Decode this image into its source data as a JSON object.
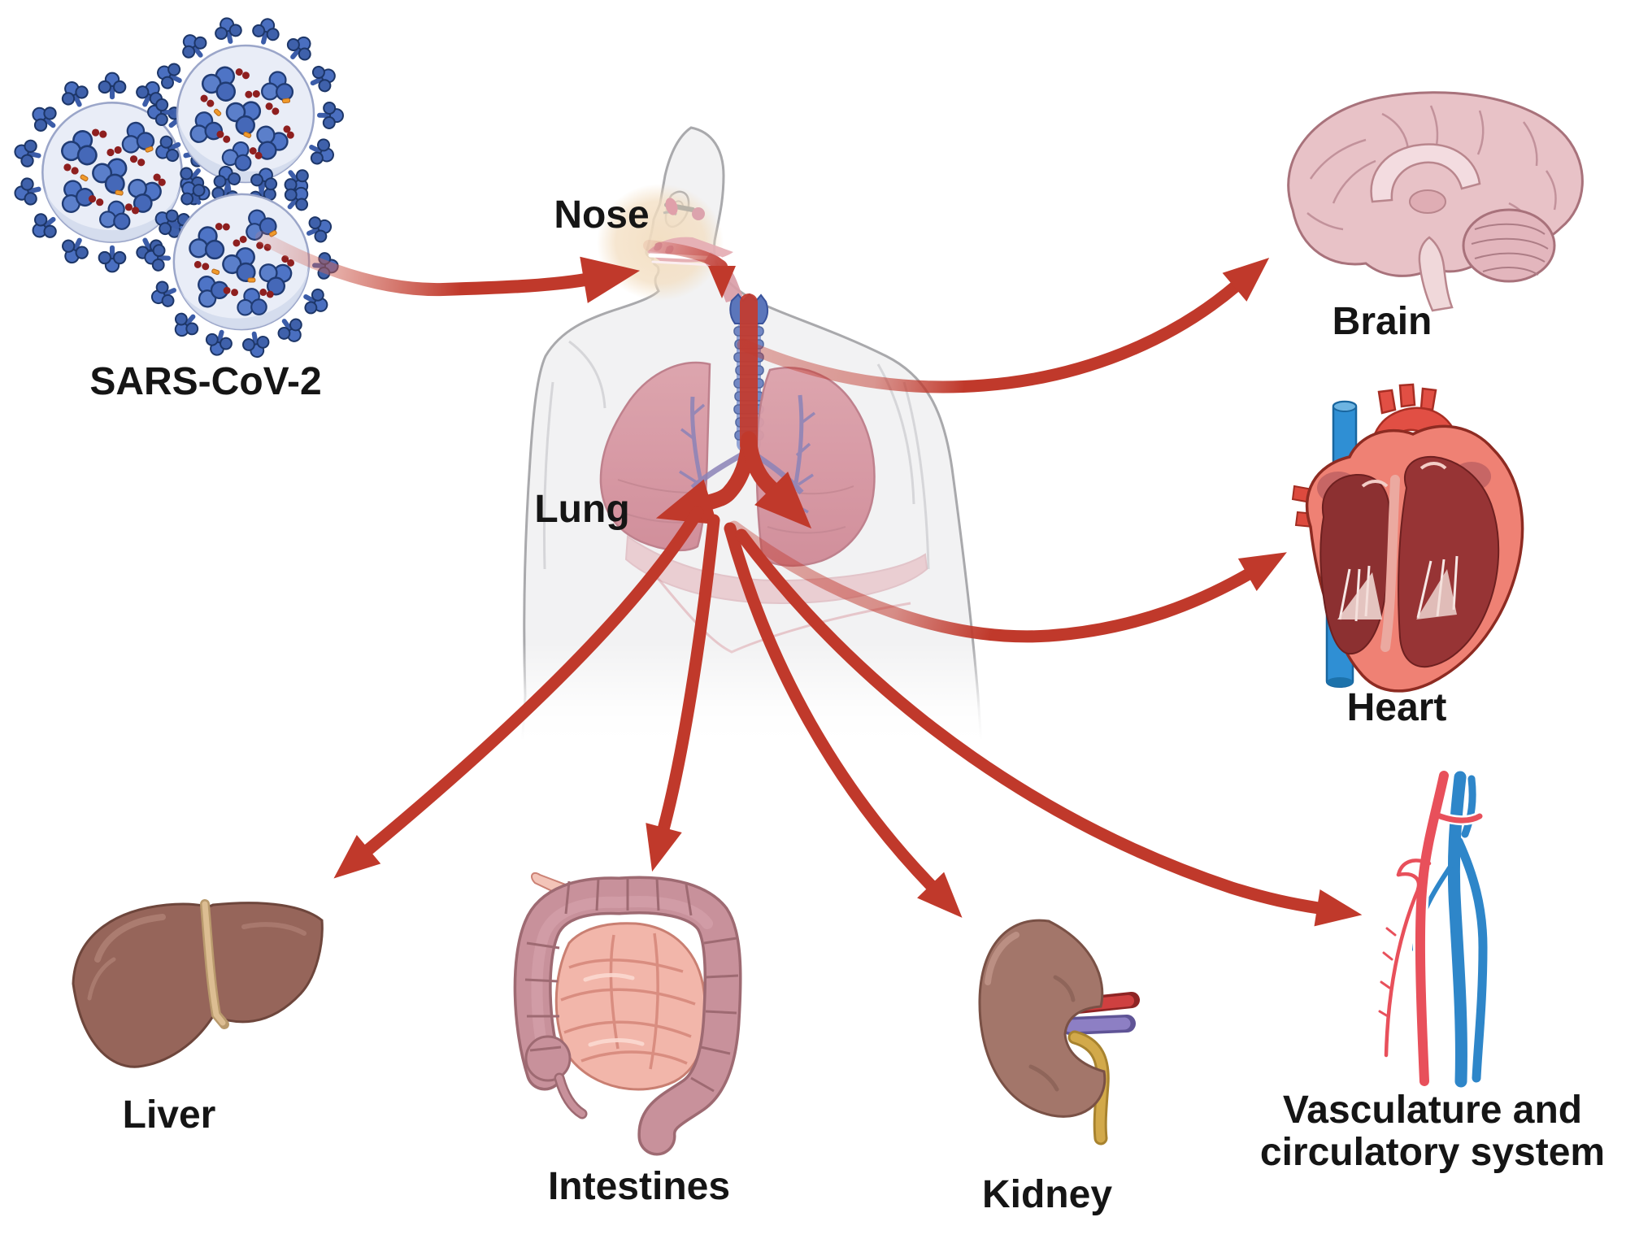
{
  "labels": {
    "virus": "SARS-CoV-2",
    "nose": "Nose",
    "lung": "Lung",
    "brain": "Brain",
    "heart": "Heart",
    "liver": "Liver",
    "intestines": "Intestines",
    "kidney": "Kidney",
    "vasculature": "Vasculature and circulatory system"
  },
  "edges": [
    {
      "from": "SARS-CoV-2",
      "to": "Nose"
    },
    {
      "from": "Nose",
      "to": "Lung"
    },
    {
      "from": "Lung",
      "to": "Brain"
    },
    {
      "from": "Lung",
      "to": "Heart"
    },
    {
      "from": "Lung",
      "to": "Liver"
    },
    {
      "from": "Lung",
      "to": "Intestines"
    },
    {
      "from": "Lung",
      "to": "Kidney"
    },
    {
      "from": "Lung",
      "to": "Vasculature and circulatory system"
    }
  ],
  "colors": {
    "arrow_red": "#c0392b",
    "label_text": "#151515",
    "background": "#ffffff",
    "body_silhouette": "#f2f2f3",
    "body_outline": "#a9a9ac",
    "lung_pink": "#d998a3",
    "bronchi_purple": "#8b83b8",
    "trachea_blue": "#6e87c5",
    "brain_pink": "#e8c2c7",
    "heart_muscle": "#ef8174",
    "vessel_red": "#e14f44",
    "vessel_blue": "#2f8fd4",
    "liver_brown": "#96655a",
    "gallbladder_green": "#82b36e",
    "intestine_large": "#c8919b",
    "intestine_small": "#f2b6aa",
    "kidney_brown": "#a3766a",
    "ureter_yellow": "#d2a94a",
    "artery_red": "#e8505b",
    "vein_blue": "#2e86c9",
    "virus_membrane": "#e9edf7",
    "virus_spike": "#3f61ab",
    "virus_dot": "#8e1f1f",
    "virus_orange": "#f09a2b"
  }
}
